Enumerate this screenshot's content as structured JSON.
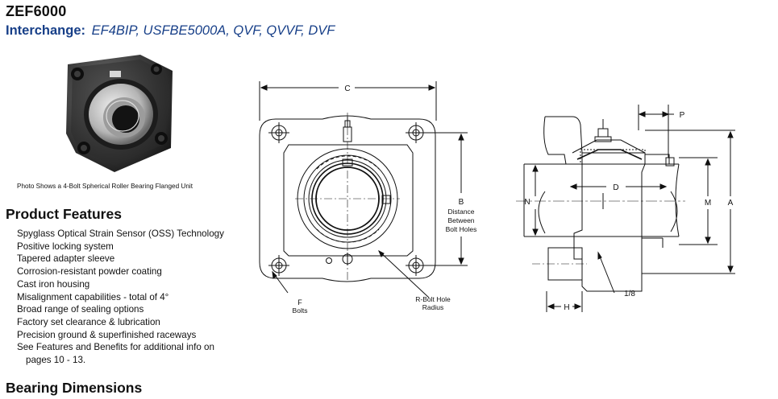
{
  "product": {
    "model": "ZEF6000",
    "interchange_label": "Interchange:",
    "interchange_models": "EF4BIP, USFBE5000A, QVF, QVVF, DVF"
  },
  "photo": {
    "icon": "bearing-photo",
    "caption": "Photo Shows a 4-Bolt Spherical Roller Bearing Flanged Unit"
  },
  "features": {
    "heading": "Product Features",
    "items": [
      "Spyglass Optical Strain Sensor (OSS) Technology",
      "Positive locking system",
      "Tapered adapter sleeve",
      "Corrosion-resistant powder coating",
      "Cast iron housing",
      "Misalignment capabilities - total of 4°",
      "Broad range of sealing options",
      "Factory set clearance & lubrication",
      "Precision ground & superfinished raceways",
      "See Features and Benefits for additional info on"
    ],
    "continuation": "pages 10 - 13."
  },
  "dimensions": {
    "heading": "Bearing Dimensions"
  },
  "drawing": {
    "front": {
      "c": "C",
      "b": "B",
      "b_desc": [
        "Distance",
        "Between",
        "Bolt Holes"
      ],
      "f": "F",
      "f_desc": "Bolts",
      "r": "R-Bolt Hole",
      "r_desc": "Radius"
    },
    "side": {
      "p": "P",
      "d": "D",
      "n": "N",
      "m": "M",
      "a": "A",
      "h": "H",
      "fraction": "1/8"
    }
  }
}
